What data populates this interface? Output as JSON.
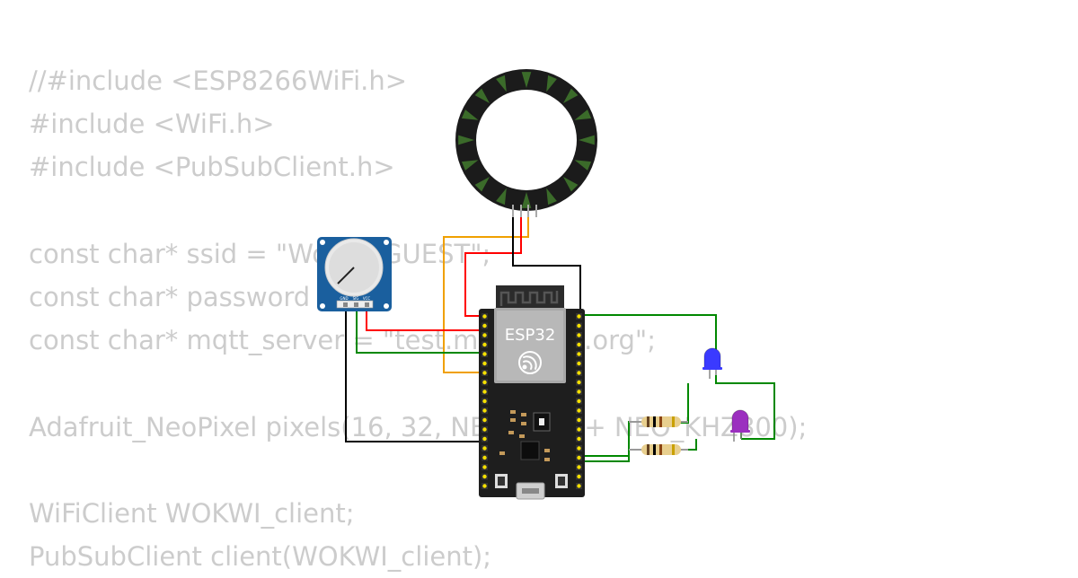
{
  "code_lines": [
    "//#include <ESP8266WiFi.h>",
    "#include <WiFi.h>",
    "#include <PubSubClient.h>",
    "",
    "const char* ssid = \"Wokwi-GUEST\";",
    "const char* password = \"\";",
    "const char* mqtt_server = \"test.mosquitto.org\";",
    "",
    "Adafruit_NeoPixel pixels(16, 32, NEO_GRB + NEO_KHZ800);",
    "",
    "WiFiClient WOKWI_client;",
    "PubSubClient client(WOKWI_client);"
  ],
  "board": {
    "label": "ESP32",
    "brand_icon": "espressif-logo-icon"
  },
  "potentiometer": {
    "pin_labels": [
      "GND",
      "SIG",
      "VCC"
    ]
  },
  "neopixel_ring": {
    "pixel_count": 16
  },
  "leds": [
    {
      "color": "#3a3aff"
    },
    {
      "color": "#9b2fbf"
    }
  ],
  "wire_colors": {
    "red": "#ff0000",
    "black": "#000000",
    "green": "#008800",
    "orange": "#f0a000"
  }
}
